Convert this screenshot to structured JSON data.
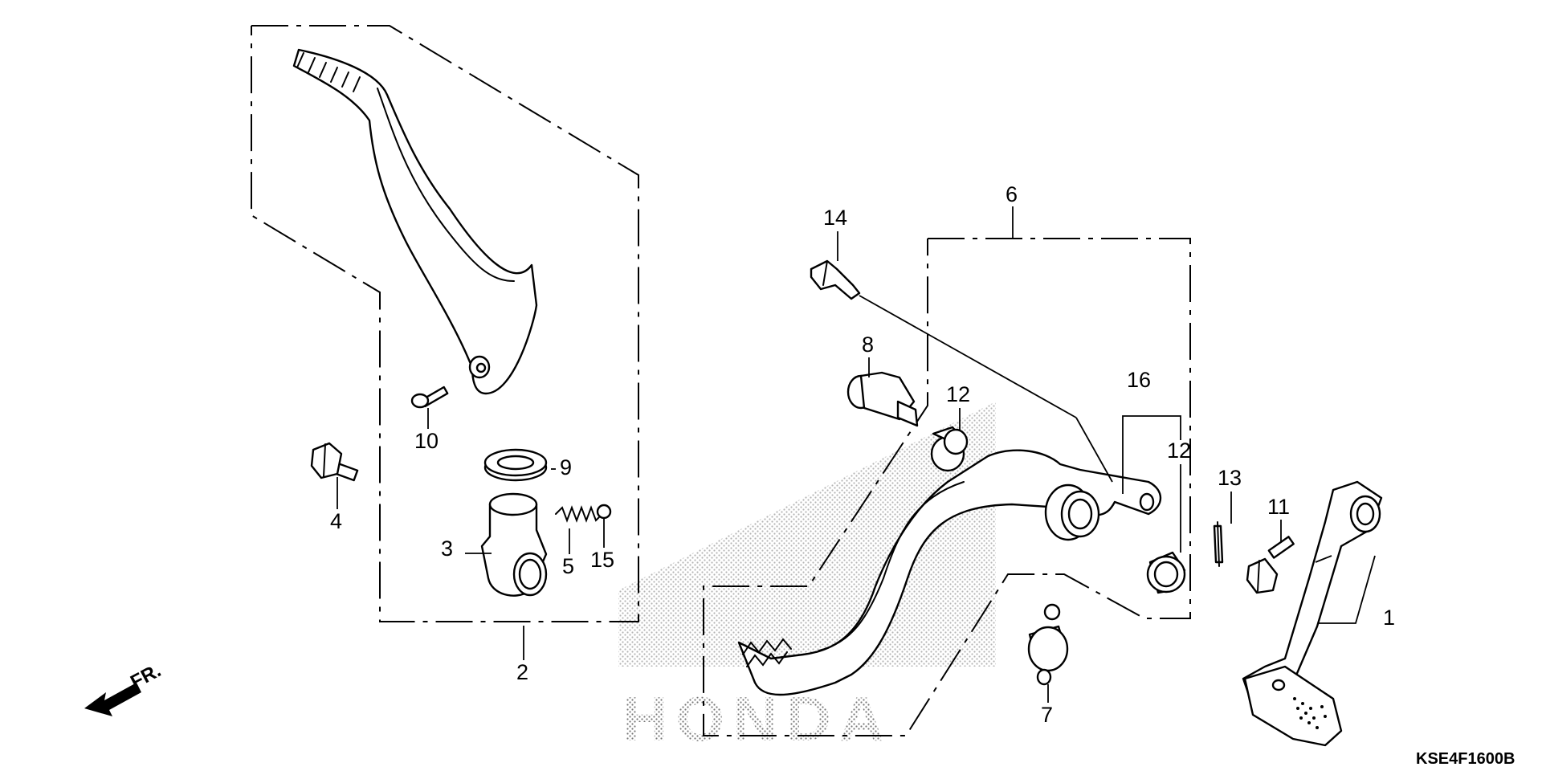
{
  "diagram": {
    "code": "KSE4F1600B",
    "direction_label": "FR.",
    "watermark": "HONDA",
    "callouts": [
      {
        "id": "c1",
        "label": "1"
      },
      {
        "id": "c2",
        "label": "2"
      },
      {
        "id": "c3",
        "label": "3"
      },
      {
        "id": "c4",
        "label": "4"
      },
      {
        "id": "c5",
        "label": "5"
      },
      {
        "id": "c6",
        "label": "6"
      },
      {
        "id": "c7",
        "label": "7"
      },
      {
        "id": "c8",
        "label": "8"
      },
      {
        "id": "c9",
        "label": "9"
      },
      {
        "id": "c10",
        "label": "10"
      },
      {
        "id": "c11",
        "label": "11"
      },
      {
        "id": "c12a",
        "label": "12"
      },
      {
        "id": "c12b",
        "label": "12"
      },
      {
        "id": "c13",
        "label": "13"
      },
      {
        "id": "c14",
        "label": "14"
      },
      {
        "id": "c15",
        "label": "15"
      },
      {
        "id": "c16",
        "label": "16"
      }
    ]
  }
}
